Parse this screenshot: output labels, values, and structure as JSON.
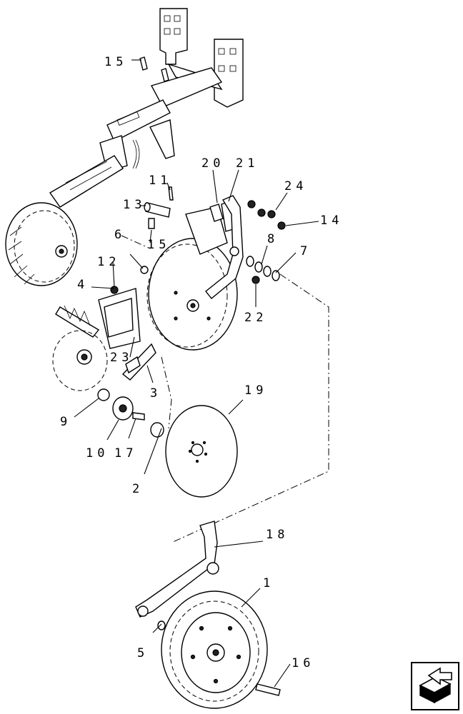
{
  "callouts": {
    "c1": "1",
    "c2": "2",
    "c3": "3",
    "c4": "4",
    "c5": "5",
    "c6": "6",
    "c7": "7",
    "c8": "8",
    "c9": "9",
    "c10": "10",
    "c11": "11",
    "c12": "12",
    "c13": "13",
    "c14": "14",
    "c15a": "15",
    "c15b": "15",
    "c16": "16",
    "c17": "17",
    "c18": "18",
    "c19": "19",
    "c20": "20",
    "c21": "21",
    "c22": "22",
    "c23": "23",
    "c24": "24"
  },
  "icons": {
    "nav": "return-arrow-icon"
  }
}
